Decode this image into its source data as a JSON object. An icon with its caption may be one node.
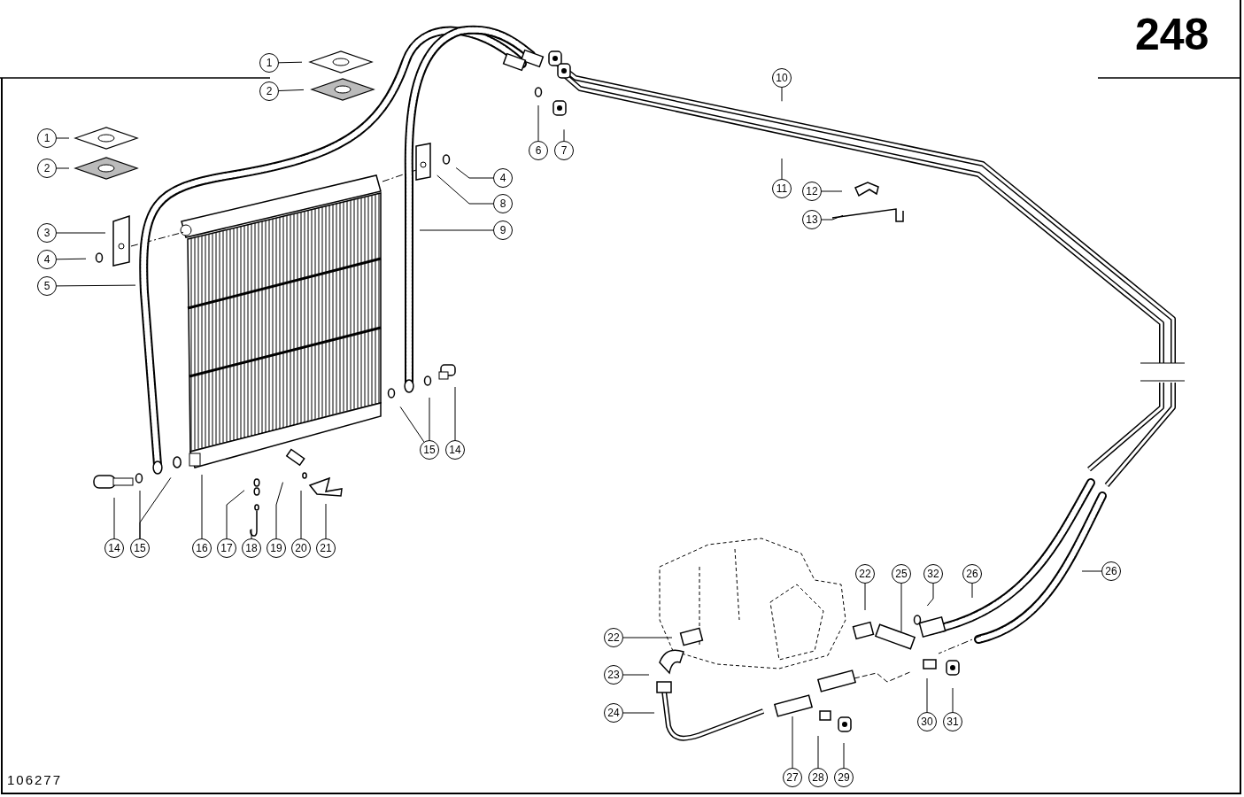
{
  "diagram": {
    "nodes": [
      {
        "text": [
          "1"
        ]
      },
      {
        "text": [
          "2"
        ]
      },
      {
        "text": [
          "1"
        ]
      },
      {
        "text": [
          "2"
        ]
      },
      {
        "text": [
          "3"
        ]
      },
      {
        "text": [
          "4"
        ]
      },
      {
        "text": [
          "5"
        ]
      },
      {
        "text": [
          "4"
        ]
      },
      {
        "text": [
          "8"
        ]
      },
      {
        "text": [
          "9"
        ]
      },
      {
        "text": [
          "10"
        ]
      },
      {
        "text": [
          "11"
        ]
      },
      {
        "text": [
          "12"
        ]
      },
      {
        "text": [
          "13"
        ]
      },
      {
        "text": [
          "6"
        ]
      },
      {
        "text": [
          "7"
        ]
      },
      {
        "text": [
          "14"
        ]
      },
      {
        "text": [
          "15"
        ]
      },
      {
        "text": [
          "16"
        ]
      },
      {
        "text": [
          "17"
        ]
      },
      {
        "text": [
          "18"
        ]
      },
      {
        "text": [
          "19"
        ]
      },
      {
        "text": [
          "20"
        ]
      },
      {
        "text": [
          "21"
        ]
      },
      {
        "text": [
          "15"
        ]
      },
      {
        "text": [
          "14"
        ]
      },
      {
        "text": [
          "22"
        ]
      },
      {
        "text": [
          "25"
        ]
      },
      {
        "text": [
          "32"
        ]
      },
      {
        "text": [
          "26"
        ]
      },
      {
        "text": [
          "26"
        ]
      },
      {
        "text": [
          "22"
        ]
      },
      {
        "text": [
          "23"
        ]
      },
      {
        "text": [
          "24"
        ]
      },
      {
        "text": [
          "27"
        ]
      },
      {
        "text": [
          "28"
        ]
      },
      {
        "text": [
          "29"
        ]
      },
      {
        "text": [
          "30"
        ]
      },
      {
        "text": [
          "31"
        ]
      }
    ],
    "edges": [
      {
        "from": 0,
        "to": null,
        "arrow": "none"
      },
      {
        "from": 1,
        "to": null,
        "arrow": "none"
      },
      {
        "from": 2,
        "to": null,
        "arrow": "none"
      },
      {
        "from": 3,
        "to": null,
        "arrow": "none"
      },
      {
        "from": 4,
        "to": null,
        "arrow": "none"
      },
      {
        "from": 5,
        "to": null,
        "arrow": "none"
      },
      {
        "from": 6,
        "to": null,
        "arrow": "none"
      },
      {
        "from": 7,
        "to": null,
        "arrow": "none"
      },
      {
        "from": 8,
        "to": null,
        "arrow": "none"
      },
      {
        "from": 9,
        "to": null,
        "arrow": "none"
      },
      {
        "from": 10,
        "to": null,
        "arrow": "none"
      },
      {
        "from": 11,
        "to": null,
        "arrow": "none"
      },
      {
        "from": 12,
        "to": null,
        "arrow": "none"
      },
      {
        "from": 13,
        "to": null,
        "arrow": "none"
      },
      {
        "from": 14,
        "to": null,
        "arrow": "none"
      },
      {
        "from": 15,
        "to": null,
        "arrow": "none"
      },
      {
        "from": 16,
        "to": null,
        "arrow": "none"
      },
      {
        "from": 17,
        "to": null,
        "arrow": "none"
      },
      {
        "from": 17,
        "to": null,
        "arrow": "none"
      },
      {
        "from": 18,
        "to": null,
        "arrow": "none"
      },
      {
        "from": 19,
        "to": null,
        "arrow": "none"
      },
      {
        "from": 20,
        "to": null,
        "arrow": "none"
      },
      {
        "from": 21,
        "to": null,
        "arrow": "none"
      },
      {
        "from": 22,
        "to": null,
        "arrow": "none"
      },
      {
        "from": 23,
        "to": null,
        "arrow": "none"
      },
      {
        "from": 24,
        "to": null,
        "arrow": "none"
      },
      {
        "from": 24,
        "to": null,
        "arrow": "none"
      },
      {
        "from": 25,
        "to": null,
        "arrow": "none"
      },
      {
        "from": 26,
        "to": null,
        "arrow": "none"
      },
      {
        "from": 27,
        "to": null,
        "arrow": "none"
      },
      {
        "from": 28,
        "to": null,
        "arrow": "none"
      },
      {
        "from": 29,
        "to": null,
        "arrow": "none"
      },
      {
        "from": 30,
        "to": null,
        "arrow": "none"
      },
      {
        "from": 31,
        "to": null,
        "arrow": "none"
      },
      {
        "from": 32,
        "to": null,
        "arrow": "none"
      },
      {
        "from": 33,
        "to": null,
        "arrow": "none"
      },
      {
        "from": 34,
        "to": null,
        "arrow": "none"
      },
      {
        "from": 35,
        "to": null,
        "arrow": "none"
      },
      {
        "from": 36,
        "to": null,
        "arrow": "none"
      },
      {
        "from": 37,
        "to": null,
        "arrow": "none"
      },
      {
        "from": 38,
        "to": null,
        "arrow": "none"
      }
    ],
    "labels": [
      "248",
      "106277"
    ]
  }
}
